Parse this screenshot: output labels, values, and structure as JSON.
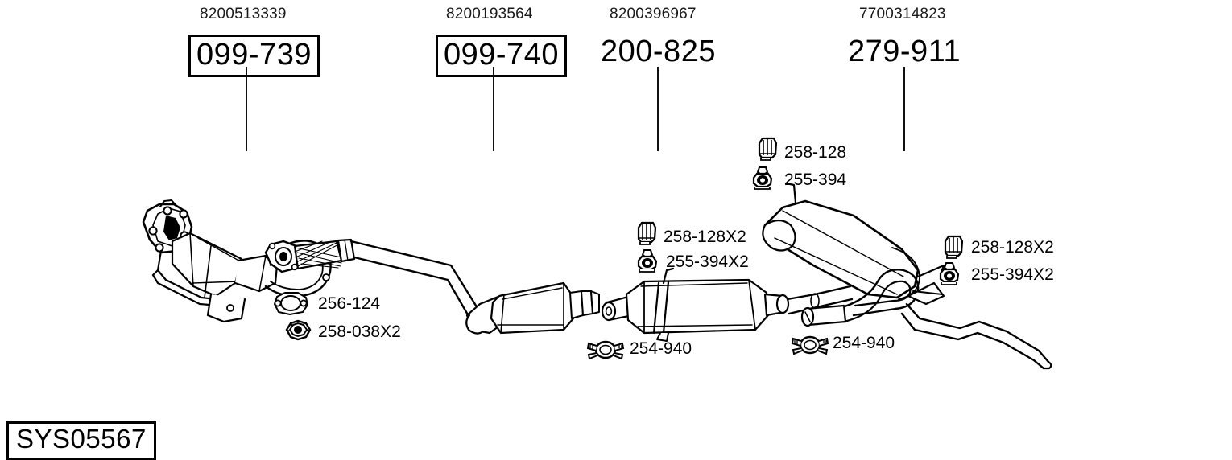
{
  "diagram": {
    "system_tag": "SYS05567",
    "sections": [
      {
        "oem_code": "8200513339",
        "part_ref": "099-739",
        "boxed": true,
        "name": "catalytic-converter-front"
      },
      {
        "oem_code": "8200193564",
        "part_ref": "099-740",
        "boxed": true,
        "name": "catalytic-converter-second"
      },
      {
        "oem_code": "8200396967",
        "part_ref": "200-825",
        "boxed": false,
        "name": "centre-silencer"
      },
      {
        "oem_code": "7700314823",
        "part_ref": "279-911",
        "boxed": false,
        "name": "rear-silencer"
      }
    ],
    "callouts": [
      {
        "label": "256-124",
        "icon": "gasket-icon",
        "name": "callout-gasket-256-124"
      },
      {
        "label": "258-038X2",
        "icon": "nut-icon",
        "name": "callout-nut-258-038"
      },
      {
        "label": "258-128X2",
        "icon": "rubber-hanger-icon",
        "name": "callout-hanger-258-128-centre"
      },
      {
        "label": "255-394X2",
        "icon": "rubber-mount-icon",
        "name": "callout-mount-255-394-centre"
      },
      {
        "label": "254-940",
        "icon": "clamp-icon",
        "name": "callout-clamp-254-940-centre"
      },
      {
        "label": "258-128",
        "icon": "rubber-hanger-icon",
        "name": "callout-hanger-258-128-rear"
      },
      {
        "label": "255-394",
        "icon": "rubber-mount-icon",
        "name": "callout-mount-255-394-rear"
      },
      {
        "label": "258-128X2",
        "icon": "rubber-hanger-icon",
        "name": "callout-hanger-258-128-tail"
      },
      {
        "label": "255-394X2",
        "icon": "rubber-mount-icon",
        "name": "callout-mount-255-394-tail"
      },
      {
        "label": "254-940",
        "icon": "clamp-icon",
        "name": "callout-clamp-254-940-rear"
      }
    ],
    "colors": {
      "ink": "#000000",
      "background": "#ffffff"
    }
  }
}
